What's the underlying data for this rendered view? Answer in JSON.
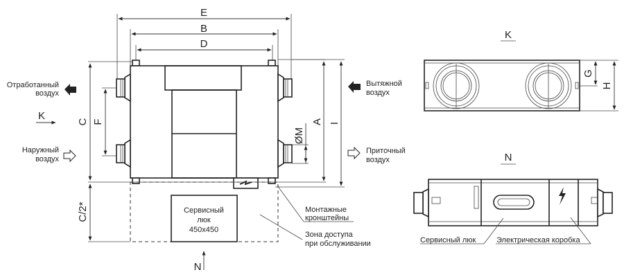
{
  "dimensions": {
    "E": "E",
    "B": "B",
    "D": "D",
    "C": "C",
    "F": "F",
    "A": "A",
    "I": "I",
    "M": "ØM",
    "C2": "C/2*",
    "G": "G",
    "H": "H"
  },
  "views": {
    "K": "K",
    "N": "N"
  },
  "airflows": {
    "exhaust_out": [
      "Отработанный",
      "воздух"
    ],
    "extract_in": [
      "Вытяжной",
      "воздух"
    ],
    "outdoor_in": [
      "Наружный",
      "воздух"
    ],
    "supply_out": [
      "Приточный",
      "воздух"
    ]
  },
  "callouts": {
    "service_hatch_box": [
      "Сервисный",
      "люк",
      "450x450"
    ],
    "mounting_brackets": [
      "Монтажные",
      "кронштейны"
    ],
    "service_zone": [
      "Зона доступа",
      "при обслуживании"
    ],
    "service_hatch": "Сервисный люк",
    "electrical_box": "Электрическая коробка"
  }
}
